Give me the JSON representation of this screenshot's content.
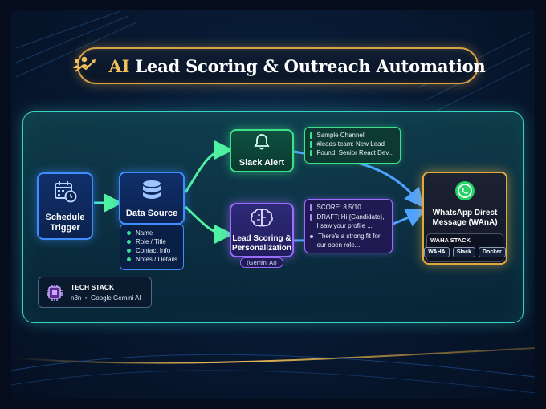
{
  "title": {
    "accent": "AI",
    "main": "Lead Scoring & Outreach Automation"
  },
  "nodes": {
    "schedule": {
      "label": "Schedule Trigger",
      "icon": "calendar-clock-icon"
    },
    "data_source": {
      "label": "Data Source",
      "icon": "database-icon",
      "fields": [
        "Name",
        "Role / Title",
        "Contact Info",
        "Notes / Details"
      ]
    },
    "slack": {
      "label": "Slack Alert",
      "icon": "bell-icon"
    },
    "scoring": {
      "label_line1": "Lead Scoring &",
      "label_line2": "Personalization",
      "badge": "(Gemini AI)",
      "icon": "brain-icon"
    },
    "whatsapp": {
      "label_line1": "WhatsApp Direct",
      "label_line2": "Message (WAnA)",
      "icon": "whatsapp-icon",
      "stack_title": "WAHA STACK",
      "stack_items": [
        "WAHA",
        "Slack",
        "Docker"
      ]
    }
  },
  "slack_message": [
    "Sample Channel",
    "#leads-team: New Lead",
    "Found: Senior React Dev..."
  ],
  "score_message": {
    "score": "SCORE: 8.5/10",
    "draft1": "DRAFT: Hi {Candidate},",
    "draft2": "I saw your profile ...",
    "fit1": "There's a strong fit for",
    "fit2": "our open role..."
  },
  "tech_stack": {
    "title": "TECH STACK",
    "items": "n8n  •  Google Gemini AI",
    "icon": "chip-icon"
  },
  "colors": {
    "gold": "#e0a93e",
    "teal": "#39d3c1",
    "blue": "#3f8cff",
    "green": "#3ee08a",
    "purple": "#9b6cff"
  }
}
